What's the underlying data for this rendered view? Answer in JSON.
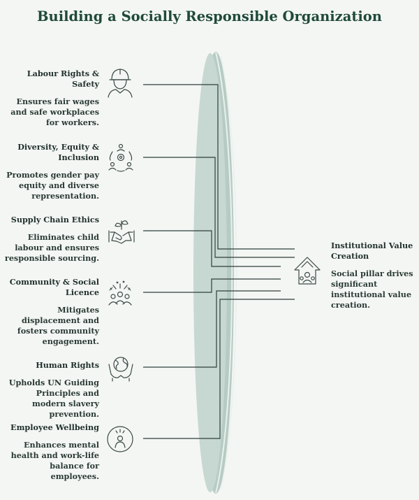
{
  "title": "Building a Socially Responsible Organization",
  "pillars": [
    {
      "heading": "Labour Rights & Safety",
      "description": "Ensures fair wages and safe workplaces for workers.",
      "icon": "worker-hardhat-icon"
    },
    {
      "heading": "Diversity, Equity & Inclusion",
      "description": "Promotes gender pay equity and diverse representation.",
      "icon": "people-network-icon"
    },
    {
      "heading": "Supply Chain Ethics",
      "description": "Eliminates child labour and ensures responsible sourcing.",
      "icon": "handshake-plant-icon"
    },
    {
      "heading": "Community & Social Licence",
      "description": "Mitigates displacement and fosters community engagement.",
      "icon": "community-group-icon"
    },
    {
      "heading": "Human Rights",
      "description": "Upholds UN Guiding Principles and modern slavery prevention.",
      "icon": "globe-hands-icon"
    },
    {
      "heading": "Employee Wellbeing",
      "description": "Enhances mental health and work-life balance for employees.",
      "icon": "wellbeing-person-icon"
    }
  ],
  "outcome": {
    "heading": "Institutional Value Creation",
    "description": "Social pillar drives significant institutional value creation.",
    "icon": "growth-arrow-people-icon"
  },
  "colors": {
    "background": "#f4f6f4",
    "lens": "#c3d6cf",
    "lens_edge": "#9fb9ae",
    "line": "#2f3f39",
    "title": "#1f4a3a"
  }
}
